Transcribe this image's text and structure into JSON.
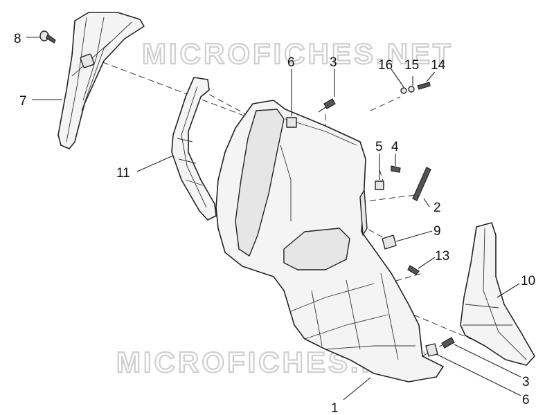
{
  "watermarks": [
    "MICROFICHES.NET",
    "MICROFICHES.NET"
  ],
  "callouts": [
    "8",
    "7",
    "11",
    "6",
    "3",
    "16",
    "15",
    "14",
    "5",
    "4",
    "2",
    "9",
    "13",
    "10",
    "3",
    "6",
    "1"
  ]
}
